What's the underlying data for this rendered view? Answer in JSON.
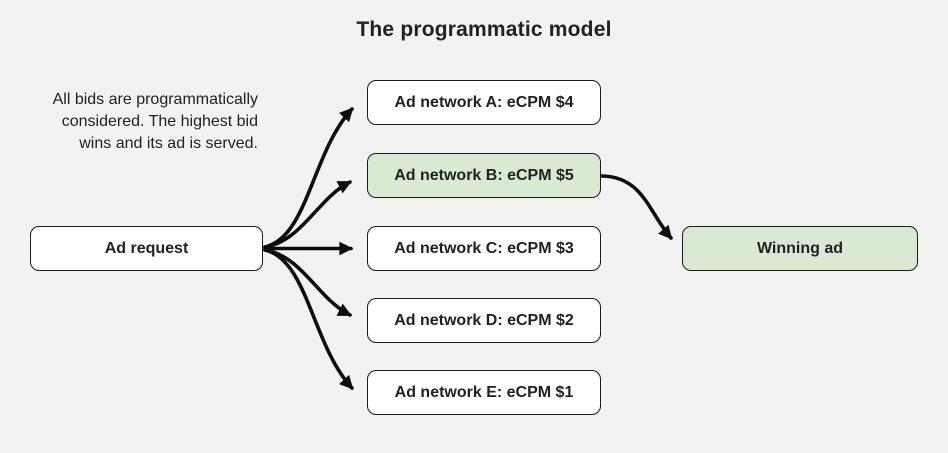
{
  "title": "The programmatic model",
  "description": {
    "lines": [
      "All bids are programmatically",
      "considered. The highest bid",
      "wins and its ad is served."
    ]
  },
  "nodes": {
    "ad_request": {
      "label": "Ad request",
      "highlighted": false
    },
    "network_a": {
      "label": "Ad network A: eCPM $4",
      "highlighted": false
    },
    "network_b": {
      "label": "Ad network B: eCPM $5",
      "highlighted": true
    },
    "network_c": {
      "label": "Ad network C: eCPM $3",
      "highlighted": false
    },
    "network_d": {
      "label": "Ad network D: eCPM $2",
      "highlighted": false
    },
    "network_e": {
      "label": "Ad network E: eCPM $1",
      "highlighted": false
    },
    "winning_ad": {
      "label": "Winning ad",
      "highlighted": true
    }
  },
  "edges": [
    {
      "from": "ad_request",
      "to": "network_a"
    },
    {
      "from": "ad_request",
      "to": "network_b"
    },
    {
      "from": "ad_request",
      "to": "network_c"
    },
    {
      "from": "ad_request",
      "to": "network_d"
    },
    {
      "from": "ad_request",
      "to": "network_e"
    },
    {
      "from": "network_b",
      "to": "winning_ad"
    }
  ],
  "colors": {
    "background": "#f1f2f1",
    "box_fill": "#ffffff",
    "highlight_fill": "#d9ead3",
    "border": "#1b1b1b",
    "text": "#202124",
    "arrow": "#0d0d0d"
  }
}
